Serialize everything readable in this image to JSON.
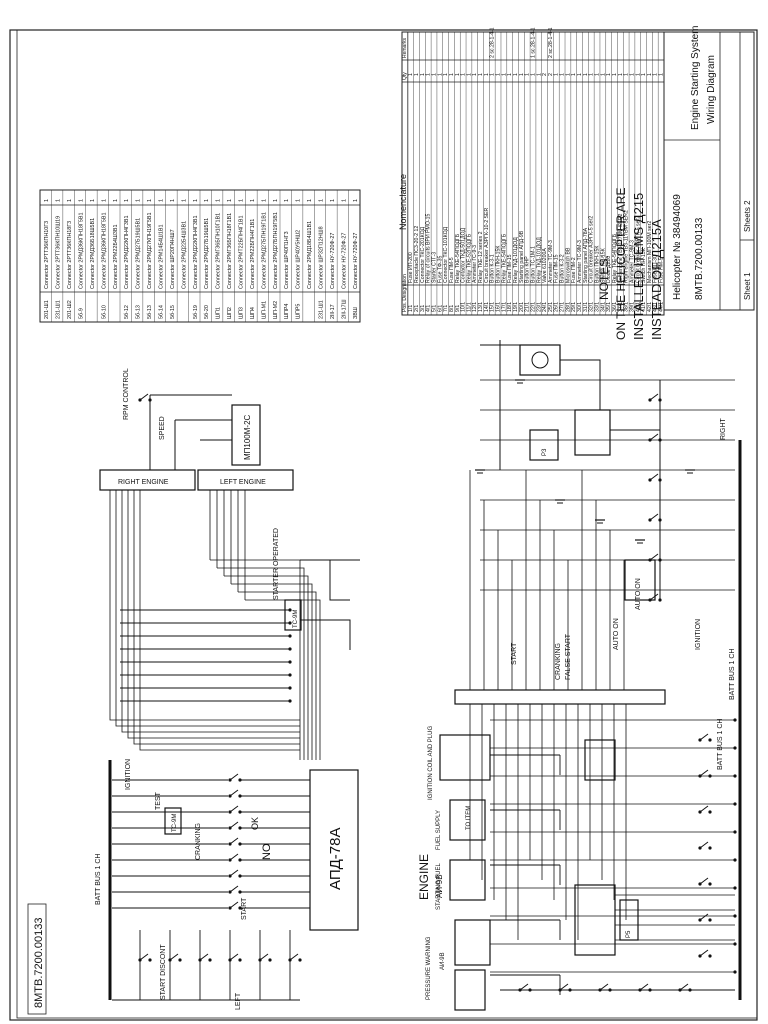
{
  "doc_number": "8МТВ.7200.00133",
  "title_block": {
    "line1": "Helicopter № 38494069",
    "line2": "8МТВ.7200.00133",
    "line3": "Engine Starting System",
    "line4": "Wiring Diagram",
    "sheet": "Sheet 1",
    "sheets": "Sheets 2"
  },
  "notes": {
    "heading": "NOTES:",
    "line1": "ON THE HELICOPTER ARE",
    "line2": "INSTALLED ITEMS Д215",
    "line3": "INSTEAD OF Д215А"
  },
  "component_table": {
    "headers": {
      "designation": "Pos. Designation",
      "nomenclature": "Nomenclature",
      "qty": "Qty",
      "remarks": "Remarks"
    },
    "rows": [
      {
        "pos": "1/1",
        "name": "Fuse ИП-200",
        "qty": "1",
        "rem": ""
      },
      {
        "pos": "2/1",
        "name": "Receptacle ПСЗ-20-2 12",
        "qty": "1",
        "rem": ""
      },
      {
        "pos": "3/1",
        "name": "Connector ТКС-201КОД",
        "qty": "1",
        "rem": ""
      },
      {
        "pos": "4/1",
        "name": "Relay of circuits ВРИ РМО-15",
        "qty": "1",
        "rem": ""
      },
      {
        "pos": "5/1",
        "name": "Starter СТГ-3",
        "qty": "1",
        "rem": ""
      },
      {
        "pos": "6/1",
        "name": "Fuse ТФ-35",
        "qty": "1",
        "rem": ""
      },
      {
        "pos": "7/1",
        "name": "Connector ТКС-101КОД",
        "qty": "1",
        "rem": ""
      },
      {
        "pos": "8/1",
        "name": "Fuse ПМ-5",
        "qty": "1",
        "rem": ""
      },
      {
        "pos": "9/1",
        "name": "Relay ТКЕ-54ПОДГБ",
        "qty": "1",
        "rem": ""
      },
      {
        "pos": "10/1",
        "name": "Contactor ТКД-501ДОД",
        "qty": "1",
        "rem": ""
      },
      {
        "pos": "11/1",
        "name": "Relay ТКЕ-52ПОДГБ",
        "qty": "1",
        "rem": ""
      },
      {
        "pos": "12/1",
        "name": "Ammeter ГС-9-3",
        "qty": "1",
        "rem": ""
      },
      {
        "pos": "13/1",
        "name": "Relay ТКЕ-12 series 2",
        "qty": "1",
        "rem": ""
      },
      {
        "pos": "14/1",
        "name": "Circuit breaker АЗРГК-10-2 SER",
        "qty": "1",
        "rem": ""
      },
      {
        "pos": "15/1",
        "name": "Button К-3-1",
        "qty": "1",
        "rem": "2 sc.28-1-4-1"
      },
      {
        "pos": "16/1",
        "name": "Button ПКН-15К",
        "qty": "1",
        "rem": ""
      },
      {
        "pos": "17/1",
        "name": "Relay ТКЕ-54ПОДГБ",
        "qty": "1",
        "rem": ""
      },
      {
        "pos": "18/1",
        "name": "Fuse ПМ-15",
        "qty": "1",
        "rem": ""
      },
      {
        "pos": "19/1",
        "name": "Relay ТКД-101ДОД",
        "qty": "1",
        "rem": ""
      },
      {
        "pos": "20/1",
        "name": "Starting panel АПД-9В",
        "qty": "1",
        "rem": ""
      },
      {
        "pos": "21/1",
        "name": "Button КНР",
        "qty": "1",
        "rem": ""
      },
      {
        "pos": "22/1",
        "name": "Button ТС-1М-1",
        "qty": "1",
        "rem": "1 sc.28-1-4-1"
      },
      {
        "pos": "23/1",
        "name": "Relay ТКД-101ДОД",
        "qty": "1",
        "rem": ""
      },
      {
        "pos": "24/1",
        "name": "Valve 610200А",
        "qty": "2",
        "rem": ""
      },
      {
        "pos": "25/1",
        "name": "Ammeter ТС-9М-3",
        "qty": "2",
        "rem": "2 sc.28-1-4-1"
      },
      {
        "pos": "26/1",
        "name": "Fuse ПМ-15",
        "qty": "1",
        "rem": ""
      },
      {
        "pos": "27/1",
        "name": "Button К-3-2",
        "qty": "1",
        "rem": ""
      },
      {
        "pos": "28/1",
        "name": "Microswitch ВВ",
        "qty": "1",
        "rem": ""
      },
      {
        "pos": "29/1",
        "name": "Fuse ПМ-2",
        "qty": "1",
        "rem": ""
      },
      {
        "pos": "30/1",
        "name": "Ammeter ТС-9М-3",
        "qty": "1",
        "rem": ""
      },
      {
        "pos": "31/1",
        "name": "Starting panel АПД-78А",
        "qty": "1",
        "rem": ""
      },
      {
        "pos": "32/1",
        "name": "Circuit breaker АЗРГК-5 ser2",
        "qty": "1",
        "rem": ""
      },
      {
        "pos": "33/1",
        "name": "Button ПКН-15К",
        "qty": "1",
        "rem": ""
      },
      {
        "pos": "34/1",
        "name": "Switch ПН-15К",
        "qty": "1",
        "rem": ""
      },
      {
        "pos": "35/1",
        "name": "Diode Д220",
        "qty": "1",
        "rem": ""
      },
      {
        "pos": "36/1",
        "name": "Relay ТКЕ-54ПОДГБ",
        "qty": "1",
        "rem": ""
      },
      {
        "pos": "37/1",
        "name": "Left engine ТВ3-117ВМ SER2",
        "qty": "1",
        "rem": ""
      },
      {
        "pos": "38/1",
        "name": "Right engine ТВ3-117ВМ SER2",
        "qty": "1",
        "rem": ""
      },
      {
        "pos": "39/1",
        "name": "Ammeter ТС-9М-3",
        "qty": "1",
        "rem": ""
      },
      {
        "pos": "40/1",
        "name": "Circuit breaker АЗРГК-5 ser2",
        "qty": "1",
        "rem": ""
      },
      {
        "pos": "41/1",
        "name": "Switch ПН-15К",
        "qty": "1",
        "rem": ""
      },
      {
        "pos": "42/1",
        "name": "Mechanism МП-100М ser2",
        "qty": "1",
        "rem": ""
      },
      {
        "pos": "43/1",
        "name": "Fuse ИП-30",
        "qty": "1",
        "rem": ""
      },
      {
        "pos": "44/1",
        "name": "Fuse ПМ-5",
        "qty": "1",
        "rem": ""
      }
    ]
  },
  "connector_table": {
    "rows": [
      {
        "pos": "201-Ш1",
        "name": "Connector 2РТТ36КПН10Г3",
        "qty": "1"
      },
      {
        "pos": "231-Ш1",
        "name": "Connector 2РТТ36КПН10Ш19",
        "qty": "1"
      },
      {
        "pos": "201-Ш2",
        "name": "Connector 2РТТ36КПН18Г3",
        "qty": "1"
      },
      {
        "pos": "5б-9",
        "name": "Connector 2РМД36КПН18Г5В1",
        "qty": "1"
      },
      {
        "pos": "",
        "name": "Connector 2РМД36Б18Ш5В1",
        "qty": "1"
      },
      {
        "pos": "5б-10",
        "name": "Connector 2РМД36КПН18Г5В1",
        "qty": "1"
      },
      {
        "pos": "",
        "name": "Connector 2РМ22Б4Ш3В1",
        "qty": "1"
      },
      {
        "pos": "5б-12",
        "name": "Connector 2РМД22КПН4Г3В1",
        "qty": "1"
      },
      {
        "pos": "5б-13",
        "name": "Connector 2РМД27Б19Ш5В1",
        "qty": "1"
      },
      {
        "pos": "5б-13",
        "name": "Connector 2РМД27КПН19Г5В1",
        "qty": "1"
      },
      {
        "pos": "5б-14",
        "name": "Connector 2РМ14Б4Ш1В1",
        "qty": "1"
      },
      {
        "pos": "5б-15",
        "name": "Connector ШР20П4НШ7",
        "qty": "1"
      },
      {
        "pos": "",
        "name": "Connector 2РМД22Б4Ш3В1",
        "qty": "1"
      },
      {
        "pos": "5б-19",
        "name": "Connector 2РМД22КПН4Г3В1",
        "qty": "1"
      },
      {
        "pos": "5б-20",
        "name": "Connector 2РМД27Б19Ш5В1",
        "qty": "1"
      },
      {
        "pos": "ШП1",
        "name": "Connector 2РМГ36БПН10Г1В1",
        "qty": "1"
      },
      {
        "pos": "ШП2",
        "name": "Connector 2РМГ36БПН18Г1В1",
        "qty": "1"
      },
      {
        "pos": "ШП3",
        "name": "Connector 2РМТ22БПН4Г1В1",
        "qty": "1"
      },
      {
        "pos": "ШП4",
        "name": "Connector 2РМ22БПН4Г1В1",
        "qty": "1"
      },
      {
        "pos": "ШП-М1",
        "name": "Connector 2РМД27БПН19Г1В1",
        "qty": "1"
      },
      {
        "pos": "ШП-М2",
        "name": "Connector 2РМД27БПН19Г5В1",
        "qty": "1"
      },
      {
        "pos": "ШПР4",
        "name": "Connector ШР40П1НГ3",
        "qty": "1"
      },
      {
        "pos": "ШПР5",
        "name": "Connector ШР40У5НШ2",
        "qty": "1"
      },
      {
        "pos": "",
        "name": "Connector 2РМД18Б4Ш1В1",
        "qty": "1"
      },
      {
        "pos": "231-Ш1",
        "name": "Connector ШР32П12НШ8",
        "qty": "1"
      },
      {
        "pos": "2Ill-17",
        "name": "Connector НУ-720Ф-27",
        "qty": "1"
      },
      {
        "pos": "2Ill-17Ш",
        "name": "Connector НУ-720Ф-27",
        "qty": "1"
      },
      {
        "pos": "ЗВШ",
        "name": "Connector НУ-720Ф-27",
        "qty": "1"
      }
    ]
  },
  "diagram_labels": {
    "apd78": "АПД-78А",
    "right_engine": "RIGHT ENGINE",
    "left_engine": "LEFT ENGINE",
    "rpm_control": "RPM CONTROL",
    "mtu": "МП100М-2С",
    "starter_operated": "STARTER OPERATED",
    "batt_bus1": "BATT BUS 1 СН",
    "batt_bus2": "BATT BUS 1 СН",
    "ignition": "IGNITION",
    "start": "START",
    "crank": "CRANKING",
    "false_start": "FALSE START",
    "cranking": "CRANKING",
    "auto_on": "AUTO ON",
    "engine": "ENGINE",
    "ai9v": "АИ-9В",
    "starting_fuel": "STARTING FUEL",
    "fuel_supply": "FUEL SUPPLY",
    "pressure_warning": "PRESSURE WARNING",
    "start_discont": "START DISCONT",
    "left": "LEFT",
    "right": "RIGHT",
    "no": "NO",
    "ok": "OK",
    "tc": "ТС-9М",
    "ignition_coil": "IGNITION COIL AND PLUG",
    "to_item": "TO ITEM",
    "speed": "SPEED",
    "air": "АИ-9В",
    "r5": "Р5",
    "r3": "Р3",
    "test": "TEST"
  }
}
